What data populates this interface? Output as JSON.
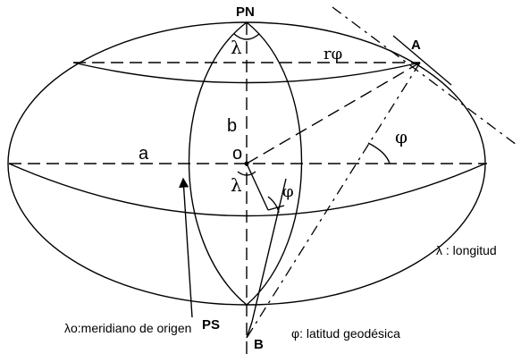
{
  "labels": {
    "pn": "PN",
    "ps": "PS",
    "a_point": "A",
    "b_point": "B",
    "semi_major": "a",
    "semi_minor": "b",
    "origin": "o",
    "lambda_top": "λ",
    "lambda_bottom": "λ",
    "r_phi": "rφ",
    "phi_big": "φ",
    "phi_small": "φ"
  },
  "legend": {
    "longitud": "λ : longitud",
    "latitud": "φ: latitud geodésica",
    "meridiano": "λo:meridiano de origen"
  }
}
